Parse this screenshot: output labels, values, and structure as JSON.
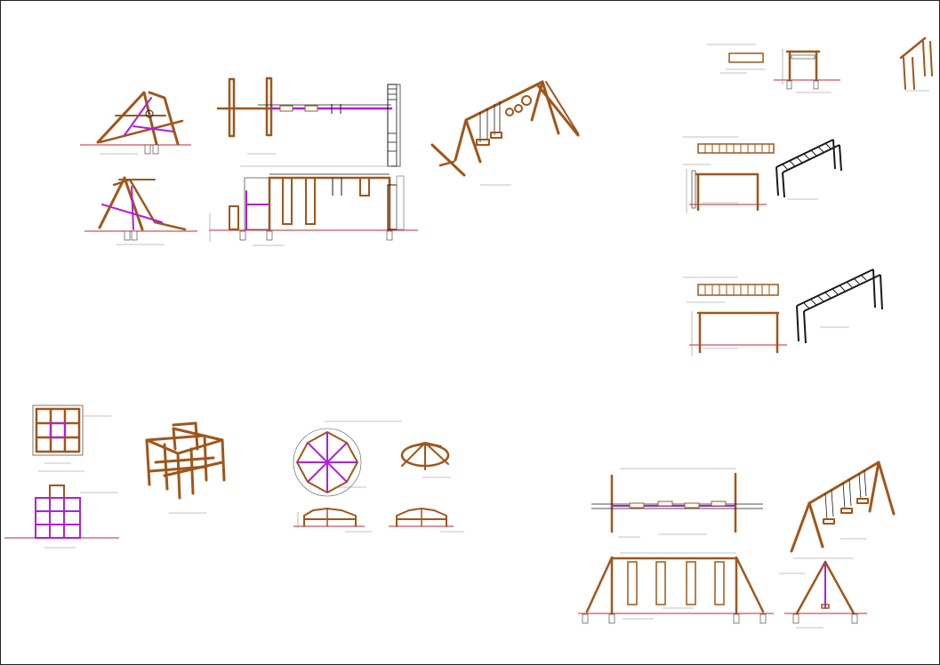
{
  "sheet": {
    "colors": {
      "wood": "#a0561a",
      "steel": "#b21fd8",
      "ground": "#c0273a",
      "line": "#1a1a1a"
    }
  },
  "drawings": [
    {
      "name": "slide-view-front"
    },
    {
      "name": "slide-view-side"
    },
    {
      "name": "multigame-plan"
    },
    {
      "name": "multigame-elevation"
    },
    {
      "name": "swing-slide-isometric"
    },
    {
      "name": "small-frame-views"
    },
    {
      "name": "monkey-bars-1"
    },
    {
      "name": "monkey-bars-2"
    },
    {
      "name": "climbing-cube-plan"
    },
    {
      "name": "climbing-cube-elevation"
    },
    {
      "name": "climbing-cube-isometric"
    },
    {
      "name": "merry-go-round-plan"
    },
    {
      "name": "merry-go-round-isometric"
    },
    {
      "name": "merry-go-round-elevations"
    },
    {
      "name": "swing-set-plan"
    },
    {
      "name": "swing-set-isometric"
    },
    {
      "name": "swing-set-elevations"
    }
  ]
}
